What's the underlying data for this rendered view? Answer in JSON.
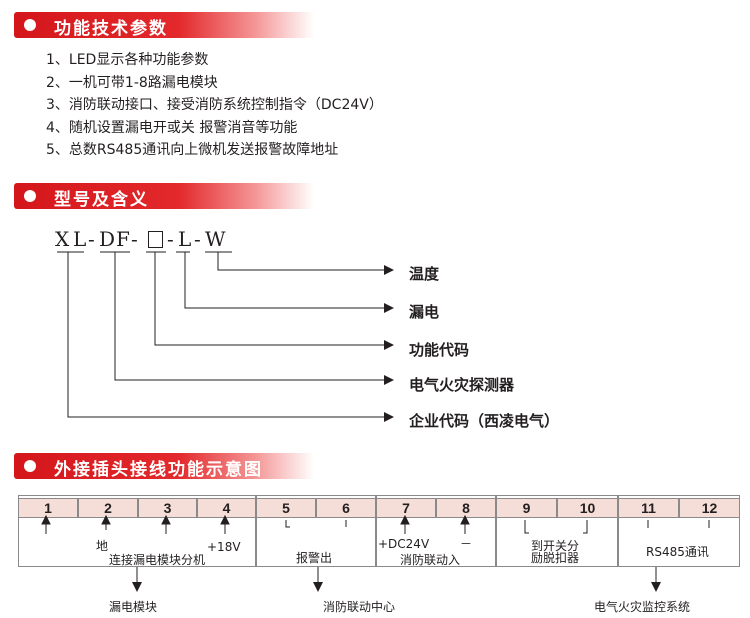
{
  "sections": {
    "params_title": "功能技术参数",
    "model_title": "型号及含义",
    "wiring_title": "外接插头接线功能示意图"
  },
  "params": [
    "1、LED显示各种功能参数",
    "2、一机可带1-8路漏电模块",
    "3、消防联动接口、接受消防系统控制指令（DC24V）",
    "4、随机设置漏电开或关 报警消音等功能",
    "5、总数RS485通讯向上微机发送报警故障地址"
  ],
  "model": {
    "code_parts": [
      "X",
      "L",
      "-",
      "D",
      "F",
      "-",
      "L",
      "-",
      "W"
    ],
    "meanings": [
      "温度",
      "漏电",
      "功能代码",
      "电气火灾探测器",
      "企业代码（西凌电气）"
    ]
  },
  "wiring": {
    "terminals": [
      "1",
      "2",
      "3",
      "4",
      "5",
      "6",
      "7",
      "8",
      "9",
      "10",
      "11",
      "12"
    ],
    "labels": {
      "ground": "地",
      "plus18v": "+18V",
      "leak_module": "连接漏电模块分机",
      "alarm_out": "报警出",
      "dc24v": "+DC24V",
      "minus": "－",
      "fire_in": "消防联动入",
      "to_switch": "到开关分",
      "trip_buckle": "励脱扣器",
      "rs485": "RS485通讯"
    },
    "destinations": {
      "leak_module": "漏电模块",
      "fire_center": "消防联动中心",
      "monitor_system": "电气火灾监控系统"
    }
  },
  "colors": {
    "banner_red": "#d4161b",
    "cell_fill": "#f5ded8",
    "text": "#231f20"
  }
}
